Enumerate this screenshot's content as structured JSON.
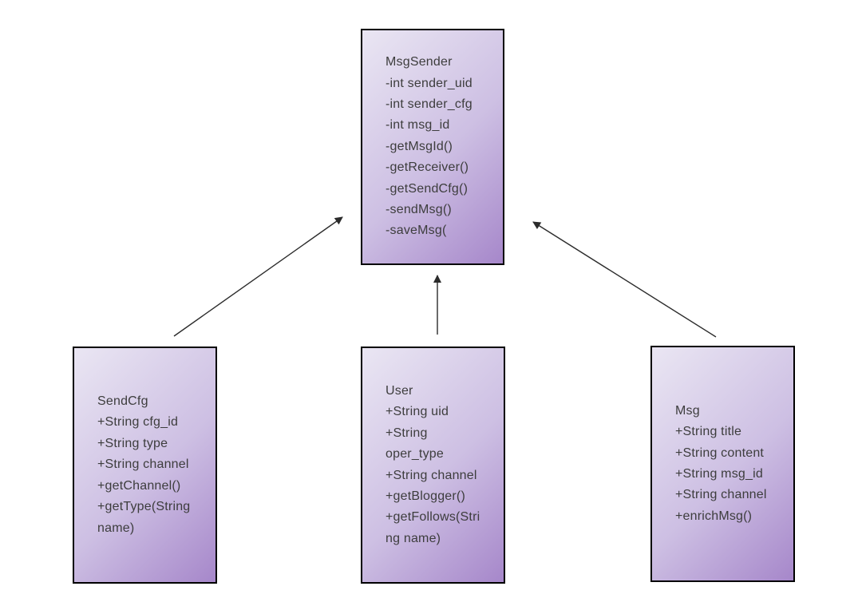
{
  "colors": {
    "page_bg": "#ffffff",
    "box_gradient_start": "#eae6f3",
    "box_gradient_mid": "#cdbfe3",
    "box_gradient_end": "#a687ca",
    "box_border": "#000000",
    "text": "#3d3d3d",
    "arrow": "#2b2b2b"
  },
  "classes": [
    {
      "name": "MsgSender",
      "lines": [
        "MsgSender",
        "-int sender_uid",
        "-int sender_cfg",
        "-int msg_id",
        "-getMsgId()",
        "-getReceiver()",
        "-getSendCfg()",
        "-sendMsg()",
        "-saveMsg("
      ]
    },
    {
      "name": "SendCfg",
      "lines": [
        "SendCfg",
        "+String cfg_id",
        "+String type",
        "+String channel",
        "+getChannel()",
        "+getType(String",
        "name)"
      ]
    },
    {
      "name": "User",
      "lines": [
        "User",
        "+String uid",
        "+String",
        "oper_type",
        "+String channel",
        "+getBlogger()",
        "+getFollows(Stri",
        "ng name)"
      ]
    },
    {
      "name": "Msg",
      "lines": [
        "Msg",
        "+String title",
        "+String content",
        "+String msg_id",
        "+String channel",
        "+enrichMsg()"
      ]
    }
  ],
  "arrows": [
    {
      "from": "SendCfg",
      "to": "MsgSender"
    },
    {
      "from": "User",
      "to": "MsgSender"
    },
    {
      "from": "Msg",
      "to": "MsgSender"
    }
  ]
}
